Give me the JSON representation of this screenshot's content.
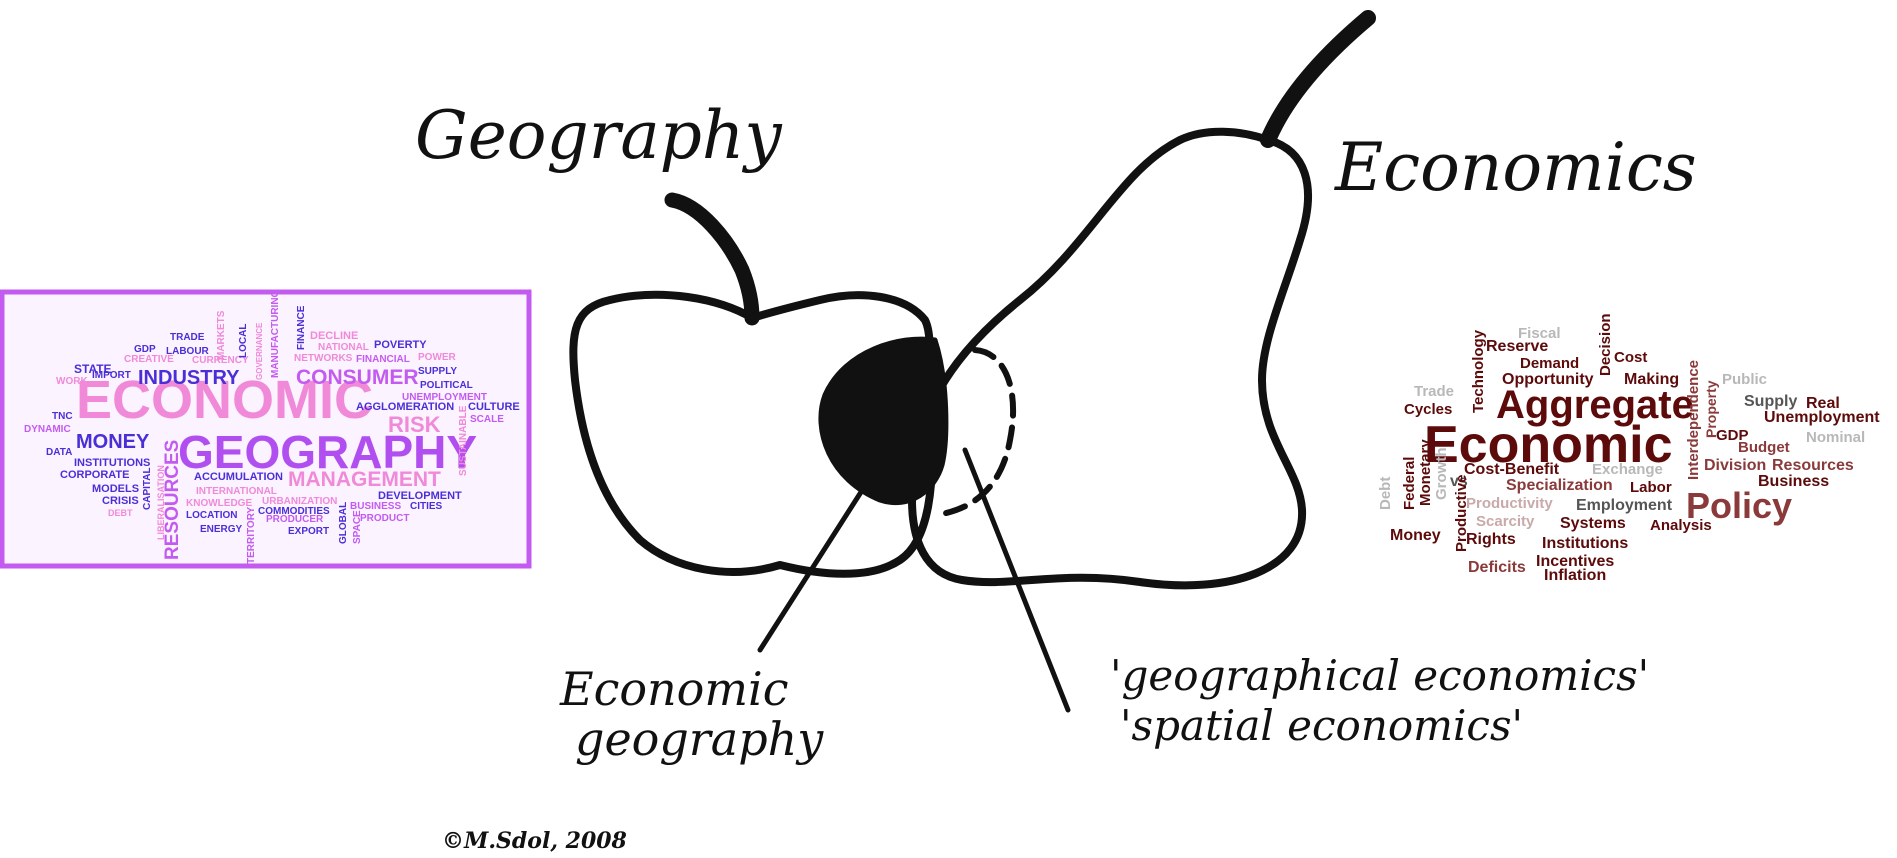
{
  "diagram": {
    "left_heading": "Geography",
    "right_heading": "Economics",
    "overlap_label_left_lines": [
      "Economic",
      "geography"
    ],
    "overlap_label_right_lines": [
      "'geographical economics'",
      "'spatial economics'"
    ],
    "signature": "©M.Sdol, 2008"
  },
  "colors": {
    "ink": "#111111",
    "geo_cloud_border": "#c45bf0",
    "geo_cloud_bg": "#fbf3ff",
    "econ_dark": "#5c0a0a",
    "econ_mid": "#8a3a3a",
    "econ_light": "#c9a9a9",
    "econ_grey": "#b8b8b8"
  },
  "geography_cloud": {
    "words": [
      {
        "text": "ECONOMIC",
        "color": "#f08ad8"
      },
      {
        "text": "GEOGRAPHY",
        "color": "#b14ef0"
      },
      {
        "text": "INDUSTRY",
        "color": "#4b2fd6"
      },
      {
        "text": "CONSUMER",
        "color": "#c45bf0"
      },
      {
        "text": "MONEY",
        "color": "#4b2fd6"
      },
      {
        "text": "RESOURCES",
        "color": "#c45bf0"
      },
      {
        "text": "MANAGEMENT",
        "color": "#f08ad8"
      },
      {
        "text": "RISK",
        "color": "#f08ad8"
      },
      {
        "text": "STATE",
        "color": "#4b2fd6"
      },
      {
        "text": "IMPORT",
        "color": "#4b2fd6"
      },
      {
        "text": "GDP",
        "color": "#4b2fd6"
      },
      {
        "text": "LABOUR",
        "color": "#4b2fd6"
      },
      {
        "text": "TRADE",
        "color": "#4b2fd6"
      },
      {
        "text": "CREATIVE",
        "color": "#f08ad8"
      },
      {
        "text": "CURRENCY",
        "color": "#f08ad8"
      },
      {
        "text": "WORK",
        "color": "#f08ad8"
      },
      {
        "text": "MARKETS",
        "color": "#f08ad8"
      },
      {
        "text": "LOCAL",
        "color": "#4b2fd6"
      },
      {
        "text": "GOVERNANCE",
        "color": "#f08ad8"
      },
      {
        "text": "MANUFACTURING",
        "color": "#c45bf0"
      },
      {
        "text": "FINANCE",
        "color": "#4b2fd6"
      },
      {
        "text": "DECLINE",
        "color": "#f08ad8"
      },
      {
        "text": "NATIONAL",
        "color": "#f08ad8"
      },
      {
        "text": "POVERTY",
        "color": "#4b2fd6"
      },
      {
        "text": "NETWORKS",
        "color": "#f08ad8"
      },
      {
        "text": "FINANCIAL",
        "color": "#c45bf0"
      },
      {
        "text": "POWER",
        "color": "#f08ad8"
      },
      {
        "text": "SUPPLY",
        "color": "#4b2fd6"
      },
      {
        "text": "POLITICAL",
        "color": "#4b2fd6"
      },
      {
        "text": "UNEMPLOYMENT",
        "color": "#c45bf0"
      },
      {
        "text": "CULTURE",
        "color": "#4b2fd6"
      },
      {
        "text": "SCALE",
        "color": "#c45bf0"
      },
      {
        "text": "AGGLOMERATION",
        "color": "#4b2fd6"
      },
      {
        "text": "TNC",
        "color": "#4b2fd6"
      },
      {
        "text": "DYNAMIC",
        "color": "#c45bf0"
      },
      {
        "text": "DATA",
        "color": "#4b2fd6"
      },
      {
        "text": "INSTITUTIONS",
        "color": "#4b2fd6"
      },
      {
        "text": "CORPORATE",
        "color": "#4b2fd6"
      },
      {
        "text": "MODELS",
        "color": "#4b2fd6"
      },
      {
        "text": "CRISIS",
        "color": "#4b2fd6"
      },
      {
        "text": "DEBT",
        "color": "#f08ad8"
      },
      {
        "text": "CAPITAL",
        "color": "#4b2fd6"
      },
      {
        "text": "LIBERALISATION",
        "color": "#f08ad8"
      },
      {
        "text": "ACCUMULATION",
        "color": "#4b2fd6"
      },
      {
        "text": "INTERNATIONAL",
        "color": "#f08ad8"
      },
      {
        "text": "KNOWLEDGE",
        "color": "#f08ad8"
      },
      {
        "text": "URBANIZATION",
        "color": "#f08ad8"
      },
      {
        "text": "DEVELOPMENT",
        "color": "#4b2fd6"
      },
      {
        "text": "LOCATION",
        "color": "#4b2fd6"
      },
      {
        "text": "COMMODITIES",
        "color": "#4b2fd6"
      },
      {
        "text": "BUSINESS",
        "color": "#c45bf0"
      },
      {
        "text": "CITIES",
        "color": "#4b2fd6"
      },
      {
        "text": "ENERGY",
        "color": "#4b2fd6"
      },
      {
        "text": "TERRITORY",
        "color": "#c45bf0"
      },
      {
        "text": "PRODUCER",
        "color": "#c45bf0"
      },
      {
        "text": "EXPORT",
        "color": "#4b2fd6"
      },
      {
        "text": "GLOBAL",
        "color": "#4b2fd6"
      },
      {
        "text": "SPACE",
        "color": "#c45bf0"
      },
      {
        "text": "PRODUCT",
        "color": "#c45bf0"
      },
      {
        "text": "SUSTAINABLE",
        "color": "#f08ad8"
      }
    ]
  },
  "economics_cloud": {
    "words": [
      {
        "text": "Economic",
        "color": "#5c0a0a"
      },
      {
        "text": "Aggregate",
        "color": "#5c0a0a"
      },
      {
        "text": "Policy",
        "color": "#8a3a3a"
      },
      {
        "text": "Fiscal",
        "color": "#b8b8b8"
      },
      {
        "text": "Reserve",
        "color": "#5c0a0a"
      },
      {
        "text": "Decision",
        "color": "#5c0a0a"
      },
      {
        "text": "Demand",
        "color": "#5c0a0a"
      },
      {
        "text": "Cost",
        "color": "#5c0a0a"
      },
      {
        "text": "Technology",
        "color": "#5c0a0a"
      },
      {
        "text": "Opportunity",
        "color": "#5c0a0a"
      },
      {
        "text": "Making",
        "color": "#5c0a0a"
      },
      {
        "text": "Trade",
        "color": "#b8b8b8"
      },
      {
        "text": "Public",
        "color": "#b8b8b8"
      },
      {
        "text": "Cycles",
        "color": "#5c0a0a"
      },
      {
        "text": "Supply",
        "color": "#555555"
      },
      {
        "text": "Real",
        "color": "#5c0a0a"
      },
      {
        "text": "Unemployment",
        "color": "#5c0a0a"
      },
      {
        "text": "Property",
        "color": "#8a3a3a"
      },
      {
        "text": "GDP",
        "color": "#5c0a0a"
      },
      {
        "text": "Nominal",
        "color": "#b8b8b8"
      },
      {
        "text": "Budget",
        "color": "#8a3a3a"
      },
      {
        "text": "Interdependence",
        "color": "#8a3a3a"
      },
      {
        "text": "Federal",
        "color": "#5c0a0a"
      },
      {
        "text": "Monetary",
        "color": "#5c0a0a"
      },
      {
        "text": "Cost-Benefit",
        "color": "#5c0a0a"
      },
      {
        "text": "Exchange",
        "color": "#b8b8b8"
      },
      {
        "text": "Division",
        "color": "#8a3a3a"
      },
      {
        "text": "Resources",
        "color": "#8a3a3a"
      },
      {
        "text": "Debt",
        "color": "#b8b8b8"
      },
      {
        "text": "vs",
        "color": "#555555"
      },
      {
        "text": "Specialization",
        "color": "#8a3a3a"
      },
      {
        "text": "Labor",
        "color": "#5c0a0a"
      },
      {
        "text": "Business",
        "color": "#5c0a0a"
      },
      {
        "text": "Growth",
        "color": "#b8b8b8"
      },
      {
        "text": "Productive",
        "color": "#5c0a0a"
      },
      {
        "text": "Productivity",
        "color": "#c9a9a9"
      },
      {
        "text": "Employment",
        "color": "#555555"
      },
      {
        "text": "Scarcity",
        "color": "#c9a9a9"
      },
      {
        "text": "Systems",
        "color": "#5c0a0a"
      },
      {
        "text": "Analysis",
        "color": "#5c0a0a"
      },
      {
        "text": "Money",
        "color": "#5c0a0a"
      },
      {
        "text": "Rights",
        "color": "#5c0a0a"
      },
      {
        "text": "Institutions",
        "color": "#5c0a0a"
      },
      {
        "text": "Incentives",
        "color": "#5c0a0a"
      },
      {
        "text": "Deficits",
        "color": "#8a3a3a"
      },
      {
        "text": "Inflation",
        "color": "#5c0a0a"
      }
    ]
  }
}
